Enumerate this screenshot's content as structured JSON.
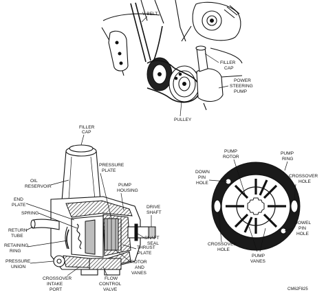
{
  "labels": {
    "top": {
      "v_belt": "V-BELT",
      "filler_cap_1": "FILLER",
      "filler_cap_2": "CAP",
      "ps_pump_1": "POWER",
      "ps_pump_2": "STEERING",
      "ps_pump_3": "PUMP",
      "pulley": "PULLEY"
    },
    "left": {
      "filler_cap_1": "FILLER",
      "filler_cap_2": "CAP",
      "oil_reservoir_1": "OIL",
      "oil_reservoir_2": "RESERVOIR",
      "pressure_plate_1": "PRESSURE",
      "pressure_plate_2": "PLATE",
      "pump_housing_1": "PUMP",
      "pump_housing_2": "HOUSING",
      "end_plate_1": "END",
      "end_plate_2": "PLATE",
      "spring": "SPRING",
      "drive_shaft_1": "DRIVE",
      "drive_shaft_2": "SHAFT",
      "shaft_seal_1": "SHAFT",
      "shaft_seal_2": "SEAL",
      "return_tube_1": "RETURN",
      "return_tube_2": "TUBE",
      "retaining_ring_1": "RETAINING",
      "retaining_ring_2": "RING",
      "thrust_plate_1": "THRUST",
      "thrust_plate_2": "PLATE",
      "rotor_vanes_1": "ROTOR",
      "rotor_vanes_2": "AND",
      "rotor_vanes_3": "VANES",
      "pressure_union_1": "PRESSURE",
      "pressure_union_2": "UNION",
      "crossover_intake_1": "CROSSOVER",
      "crossover_intake_2": "INTAKE",
      "crossover_intake_3": "PORT",
      "flow_control_1": "FLOW",
      "flow_control_2": "CONTROL",
      "flow_control_3": "VALVE"
    },
    "right": {
      "pump_rotor_1": "PUMP",
      "pump_rotor_2": "ROTOR",
      "pump_ring_1": "PUMP",
      "pump_ring_2": "RING",
      "down_pin_1": "DOWN",
      "down_pin_2": "PIN",
      "down_pin_3": "HOLE",
      "crossover_hole_r_1": "CROSSOVER",
      "crossover_hole_r_2": "HOLE",
      "dowel_pin_1": "DOWEL",
      "dowel_pin_2": "PIN",
      "dowel_pin_3": "HOLE",
      "crossover_hole_b_1": "CROSSOVER",
      "crossover_hole_b_2": "HOLE",
      "pump_vanes_1": "PUMP",
      "pump_vanes_2": "VANES"
    },
    "figure_code": "CM62F825"
  }
}
